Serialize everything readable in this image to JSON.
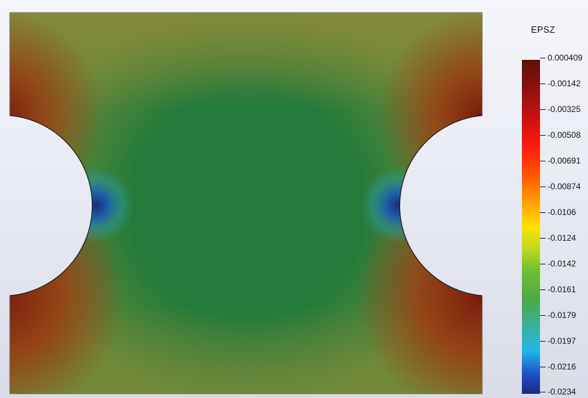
{
  "legend": {
    "title": "EPSZ",
    "ticks": [
      "0.000409",
      "-0.00142",
      "-0.00325",
      "-0.00508",
      "-0.00691",
      "-0.00874",
      "-0.0106",
      "-0.0124",
      "-0.0142",
      "-0.0161",
      "-0.0179",
      "-0.0197",
      "-0.0216",
      "-0.0234"
    ],
    "colors": {
      "max": "#5a1208",
      "min": "#1a2a80",
      "field": "#237a3a",
      "hole": "#dfe1ec"
    }
  }
}
